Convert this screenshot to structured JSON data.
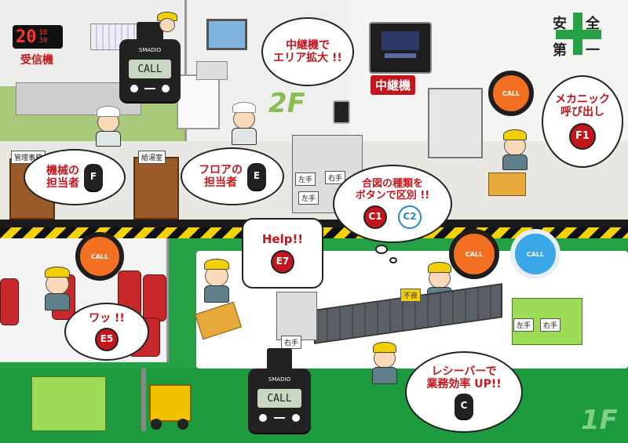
{
  "receiver": {
    "number": "20",
    "small_top": "10",
    "small_bottom": "30",
    "label": "受信機"
  },
  "safety": {
    "chars": [
      "安",
      "全",
      "第",
      "一"
    ]
  },
  "floors": {
    "upper": "2F",
    "lower": "1F"
  },
  "rooms": {
    "office": "管理事務",
    "kitchen": "給湯室"
  },
  "relay": {
    "bubble_lines": [
      "中継機で",
      "エリア拡大 !!"
    ],
    "label": "中継機"
  },
  "watch_screen": "CALL",
  "brand": "SMADIO",
  "bubbles": {
    "machine": {
      "lines": [
        "機械の",
        "担当者"
      ],
      "code": "F"
    },
    "floor": {
      "lines": [
        "フロアの",
        "担当者"
      ],
      "code": "E"
    },
    "mechanic": {
      "lines": [
        "メカニック",
        "呼び出し"
      ],
      "code": "F1"
    },
    "signals": {
      "lines": [
        "合図の種類を",
        "ボタンで区別 !!"
      ],
      "codes": [
        "C1",
        "C2"
      ]
    },
    "help": {
      "text": "Help!!",
      "code": "E7"
    },
    "wah": {
      "text": "ワッ !!",
      "code": "E5"
    },
    "receiver": {
      "lines": [
        "レシーバーで",
        "業務効率 UP!!"
      ],
      "code": "C"
    }
  },
  "shelf_labels": [
    "左手",
    "右手",
    "左手",
    "右手",
    "左手",
    "右手",
    "不良"
  ],
  "colors": {
    "accent_red": "#c3161c",
    "green": "#26a044",
    "call_orange": "#f36f21",
    "call_blue": "#3aa7e6"
  }
}
